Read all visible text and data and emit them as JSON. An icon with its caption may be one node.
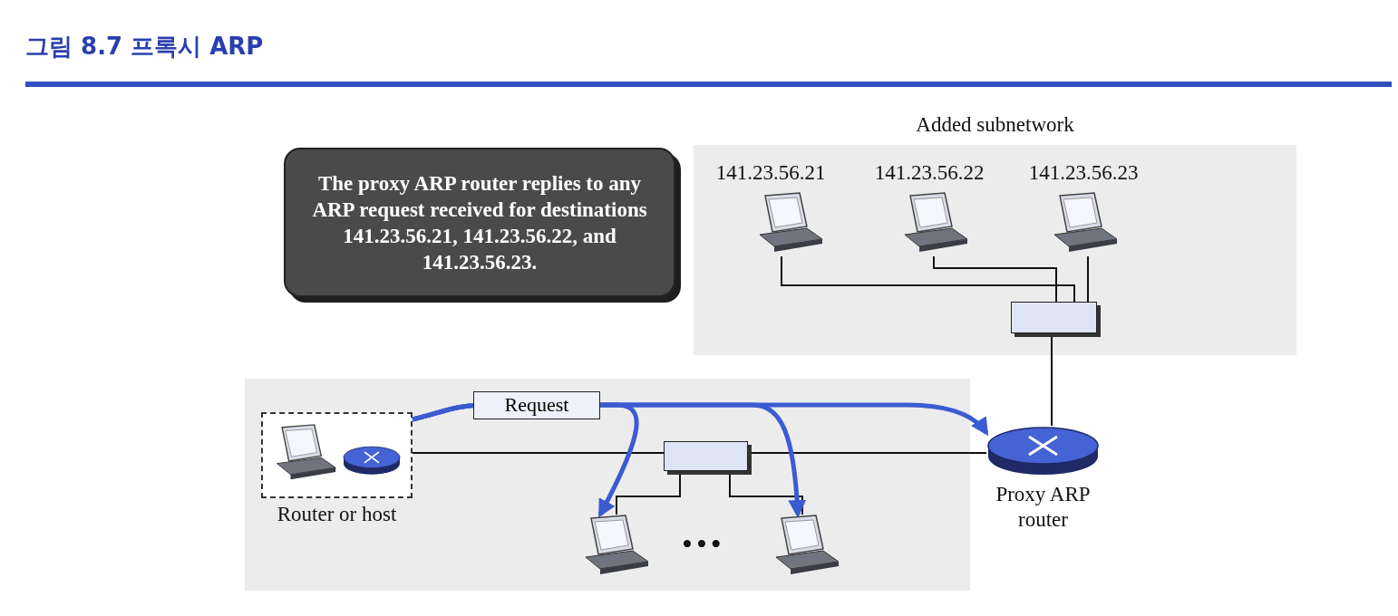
{
  "diagram": {
    "title": "그림 8.7 프록시 ARP",
    "nodes": [
      {
        "text": [
          "The proxy ARP router replies to any ARP request received for destinations 141.23.56.21, 141.23.56.22, and 141.23.56.23."
        ]
      },
      {
        "text": [
          "Added subnetwork"
        ]
      },
      {
        "text": [
          "141.23.56.21"
        ],
        "in": 1
      },
      {
        "text": [
          "141.23.56.22"
        ],
        "in": 1
      },
      {
        "text": [
          "141.23.56.23"
        ],
        "in": 1
      },
      {
        "text": [],
        "shape": "box",
        "in": 1
      },
      {
        "text": [],
        "shape": "box"
      },
      {
        "text": [
          "Router or host"
        ],
        "in": 6
      },
      {
        "text": [],
        "shape": "laptop",
        "in": 7
      },
      {
        "text": [],
        "shape": "router",
        "in": 7
      },
      {
        "text": [],
        "shape": "box",
        "in": 6
      },
      {
        "text": [],
        "shape": "laptop",
        "in": 6
      },
      {
        "text": [],
        "shape": "laptop",
        "in": 6
      },
      {
        "text": [
          "Proxy ARP router"
        ]
      }
    ],
    "edges": [
      {
        "from": 2,
        "to": 5,
        "arrow": "none"
      },
      {
        "from": 3,
        "to": 5,
        "arrow": "none"
      },
      {
        "from": 4,
        "to": 5,
        "arrow": "none"
      },
      {
        "from": 5,
        "to": 13,
        "arrow": "none"
      },
      {
        "from": 7,
        "to": 10,
        "arrow": "none"
      },
      {
        "from": 10,
        "to": 13,
        "arrow": "none"
      },
      {
        "from": 10,
        "to": 11,
        "arrow": "none"
      },
      {
        "from": 10,
        "to": 12,
        "arrow": "none"
      },
      {
        "from": 7,
        "to": 13,
        "arrow": "to",
        "label": "Request",
        "style": "thick",
        "color": "#3b5bd1"
      },
      {
        "from": 7,
        "to": 11,
        "arrow": "to",
        "style": "thick",
        "color": "#3b5bd1"
      },
      {
        "from": 7,
        "to": 12,
        "arrow": "to",
        "style": "thick",
        "color": "#3b5bd1"
      }
    ],
    "labels": [
      "•••"
    ]
  }
}
